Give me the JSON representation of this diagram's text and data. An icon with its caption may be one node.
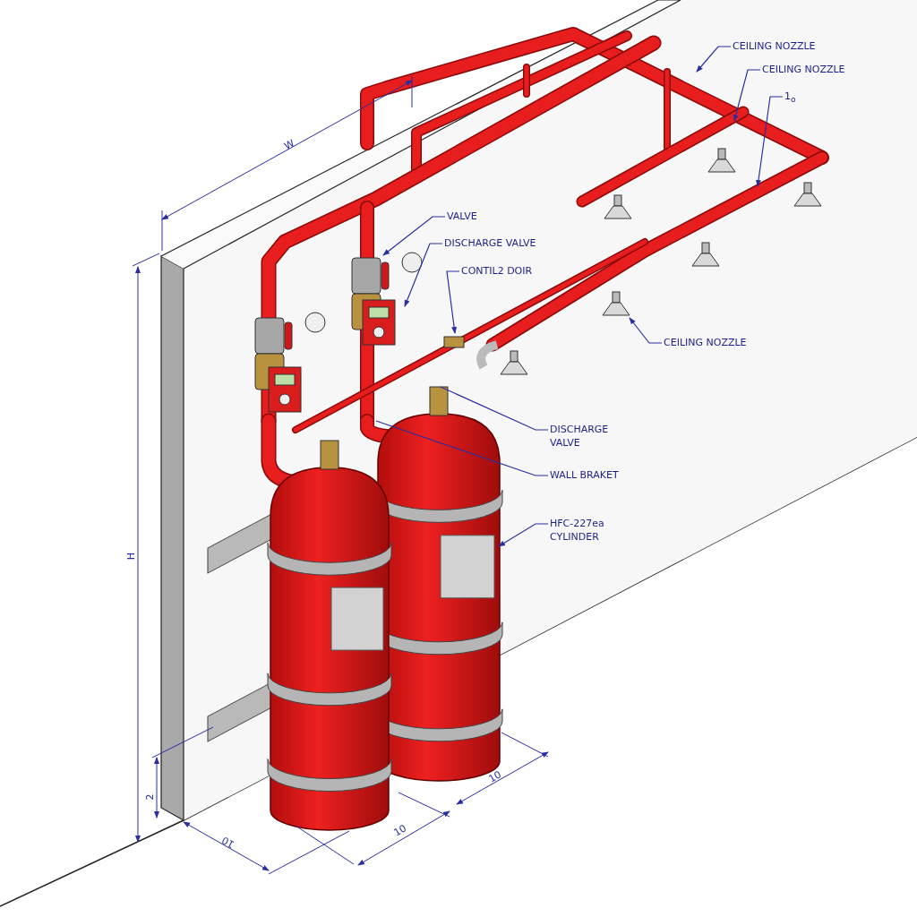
{
  "diagram": {
    "nodes": [
      {
        "text": [
          "CEILING NOZZLE"
        ]
      },
      {
        "text": [
          "CEILING NOZZLE"
        ]
      },
      {
        "text": [
          "1$_{o}$"
        ]
      },
      {
        "text": [
          "VALVE"
        ]
      },
      {
        "text": [
          "DISCHARGE VALVE"
        ]
      },
      {
        "text": [
          "CONTIL2 DOIR"
        ]
      },
      {
        "text": [
          "CEILING NOZZLE"
        ]
      },
      {
        "text": [
          "DISCHARGE VALVE"
        ]
      },
      {
        "text": [
          "WALL BRAKET"
        ]
      },
      {
        "text": [
          "HFC-227ea CYLINDER"
        ]
      }
    ],
    "edges": [
      {
        "from": 0,
        "to": null,
        "arrow": "to"
      },
      {
        "from": 1,
        "to": null,
        "arrow": "to"
      },
      {
        "from": 2,
        "to": null,
        "arrow": "to"
      },
      {
        "from": 3,
        "to": null,
        "arrow": "to"
      },
      {
        "from": 4,
        "to": null,
        "arrow": "to"
      },
      {
        "from": 5,
        "to": null,
        "arrow": "to"
      },
      {
        "from": 6,
        "to": null,
        "arrow": "to"
      },
      {
        "from": 7,
        "to": null,
        "arrow": "none"
      },
      {
        "from": 8,
        "to": null,
        "arrow": "none"
      },
      {
        "from": 9,
        "to": null,
        "arrow": "to"
      }
    ],
    "labels": [
      "W",
      "H",
      "2",
      "10",
      "10",
      "10"
    ]
  }
}
